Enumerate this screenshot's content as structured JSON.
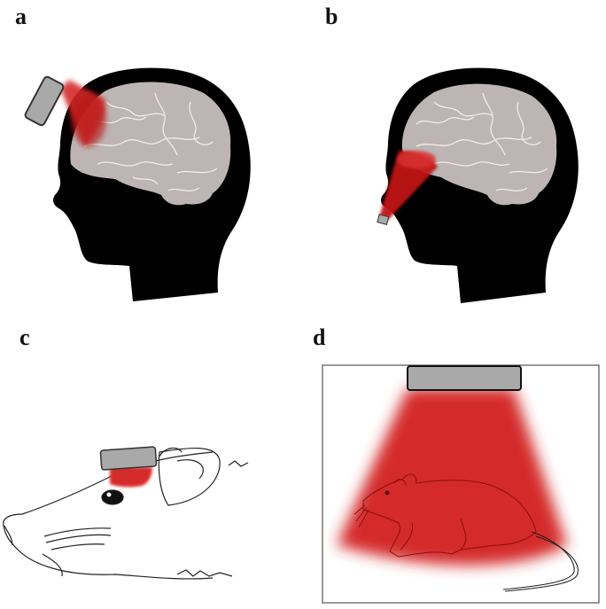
{
  "panels": [
    {
      "id": "a",
      "label": "a",
      "subject": "human-head",
      "device": "transcranial-light-source",
      "target": "frontal-cortex"
    },
    {
      "id": "b",
      "label": "b",
      "subject": "human-head",
      "device": "intranasal-light-source",
      "target": "prefrontal-cortex"
    },
    {
      "id": "c",
      "label": "c",
      "subject": "rat-head",
      "device": "head-mounted-light-source"
    },
    {
      "id": "d",
      "label": "d",
      "subject": "rat-whole-body",
      "device": "overhead-light-source",
      "enclosure": "cage"
    }
  ],
  "colors": {
    "light_red": "#d42a2a",
    "device_gray": "#a9a9a9",
    "brain_gray": "#bdb5b3",
    "brain_sulci": "#f0ecea",
    "head_black": "#000000",
    "outline": "#222222"
  }
}
